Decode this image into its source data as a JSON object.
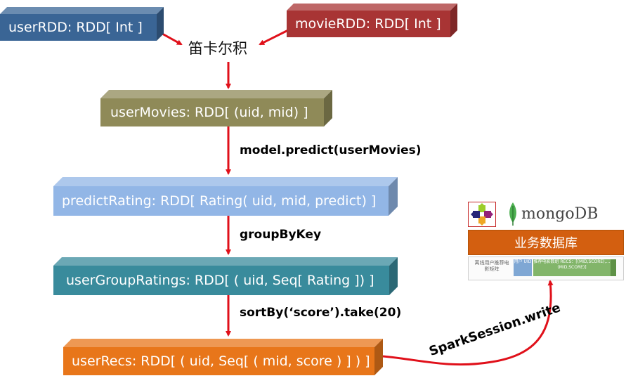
{
  "nodes": {
    "userRDD": {
      "label": "userRDD: RDD[ Int ]",
      "color": "#3a6595"
    },
    "movieRDD": {
      "label": "movieRDD: RDD[ Int ]",
      "color": "#a83434"
    },
    "userMovies": {
      "label": "userMovies: RDD[ (uid, mid) ]",
      "color": "#8f8a58"
    },
    "predictRating": {
      "label": "predictRating: RDD[ Rating( uid, mid, predict) ]",
      "color": "#92b6e6"
    },
    "userGroupRatings": {
      "label": "userGroupRatings: RDD[ ( uid, Seq[ Rating ]) ]",
      "color": "#398b9c"
    },
    "userRecs": {
      "label": "userRecs: RDD[ ( uid, Seq[ ( mid, score ) ] ) ]",
      "color": "#e8761a"
    }
  },
  "cartesian_label": "笛卡尔积",
  "edges": {
    "predict": "model.predict(userMovies)",
    "group": "groupByKey",
    "sort": "sortBy(‘score’).take(20)",
    "write": "SparkSession.write"
  },
  "db": {
    "brand": "mongoDB",
    "title": "业务数据库",
    "table_desc": "离线用户推荐电影矩阵",
    "col1": "用户 UID",
    "col2": "推荐电影数组 RECS：[(MID,SCORE),…(MID,SCORE)]"
  },
  "colors": {
    "arrow": "#e0101a",
    "mongo_leaf": "#4caf50",
    "db_title": "#d35f10"
  }
}
